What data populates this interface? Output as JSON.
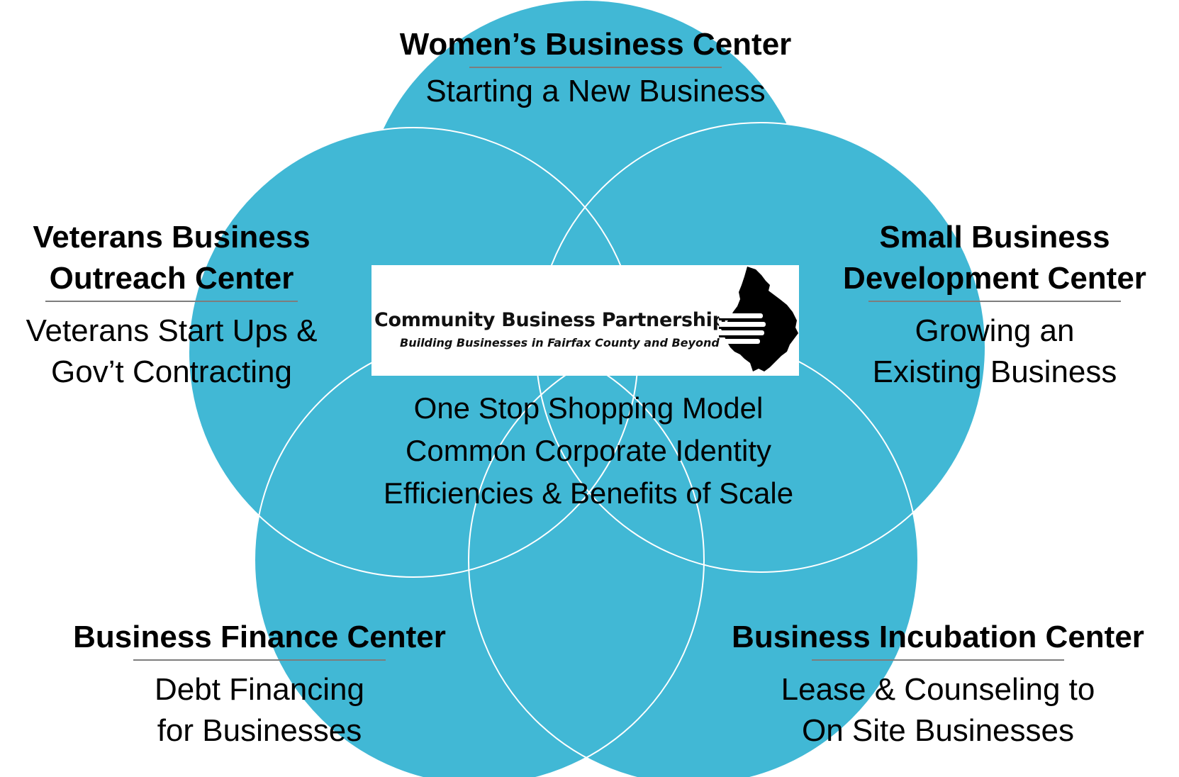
{
  "logo": {
    "name": "Community Business Partnership",
    "tagline": "Building Businesses in Fairfax County and Beyond"
  },
  "mission": [
    "One Stop Shopping Model",
    "Common Corporate Identity",
    "Efficiencies & Benefits of Scale"
  ],
  "centers": {
    "womens": {
      "title_lines": [
        "Women’s Business Center"
      ],
      "desc_lines": [
        "Starting a New Business"
      ]
    },
    "veterans": {
      "title_lines": [
        "Veterans Business",
        "Outreach Center"
      ],
      "desc_lines": [
        "Veterans Start Ups &",
        "Gov’t Contracting"
      ]
    },
    "sbdc": {
      "title_lines": [
        "Small Business",
        "Development Center"
      ],
      "desc_lines": [
        "Growing an",
        "Existing Business"
      ]
    },
    "finance": {
      "title_lines": [
        "Business Finance Center"
      ],
      "desc_lines": [
        "Debt Financing",
        "for Businesses"
      ]
    },
    "incubation": {
      "title_lines": [
        "Business Incubation Center"
      ],
      "desc_lines": [
        "Lease & Counseling to",
        "On Site Businesses"
      ]
    }
  },
  "colors": {
    "circle": "#41b8d5",
    "outline": "#ffffff",
    "rule": "#7d7d7d"
  }
}
